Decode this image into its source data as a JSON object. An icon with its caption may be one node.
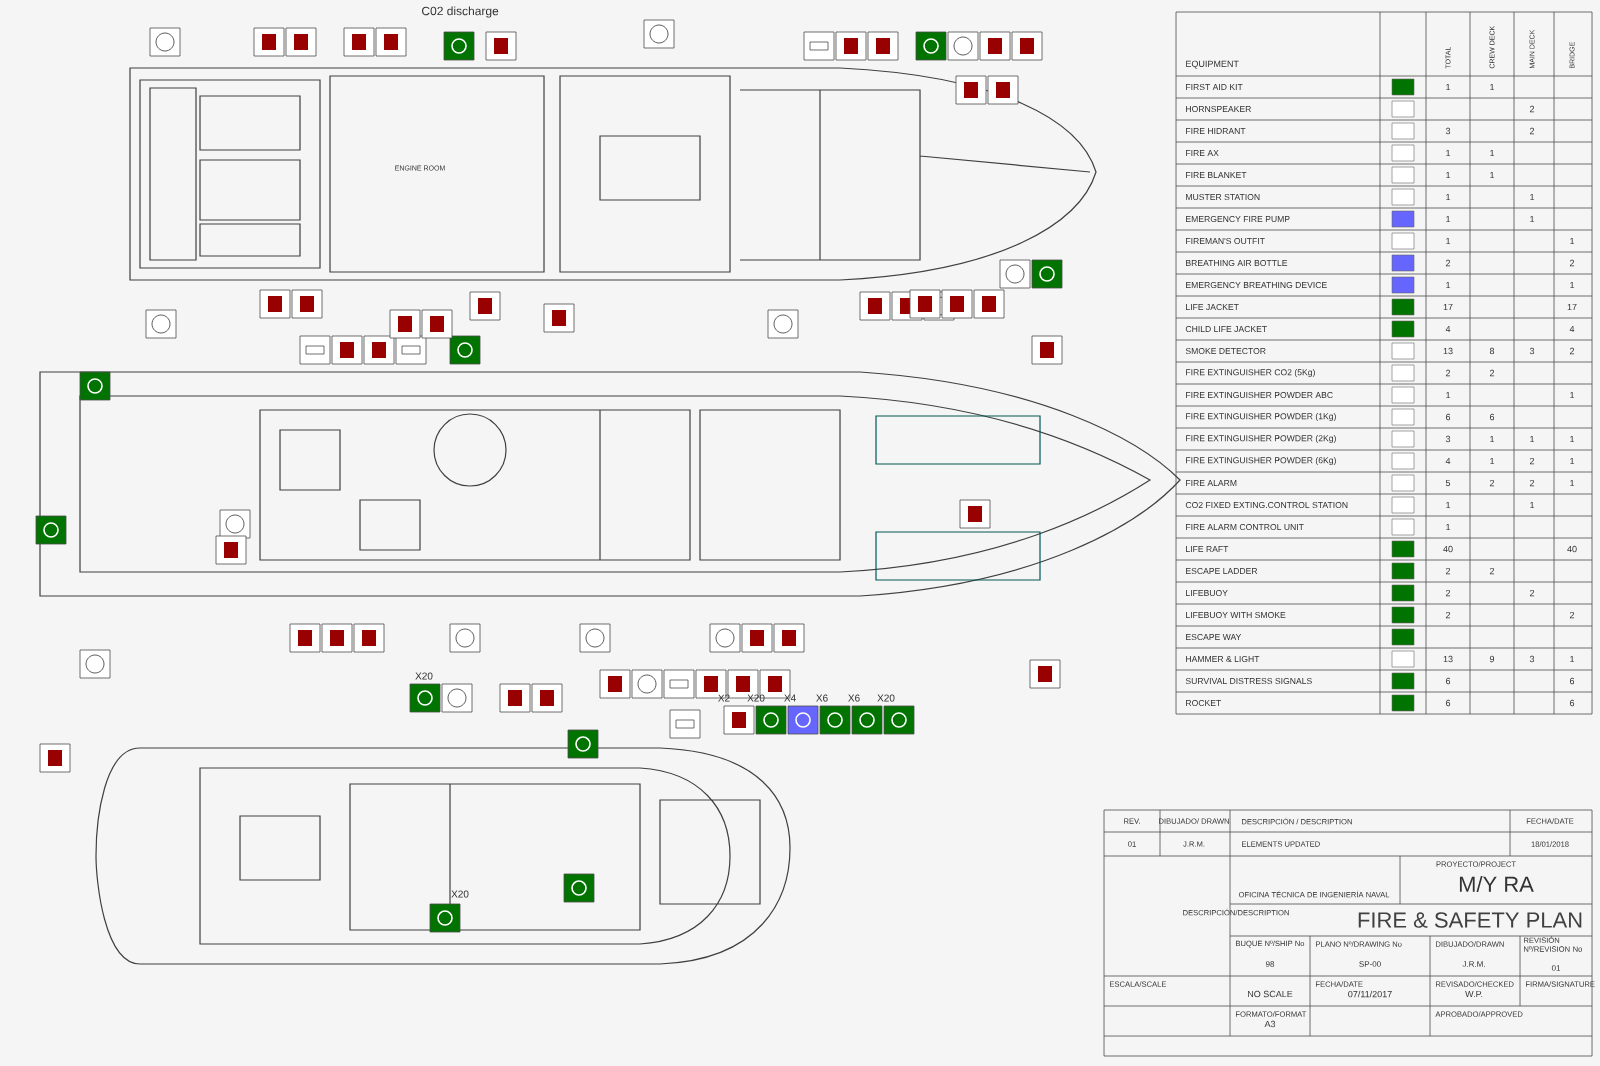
{
  "diagram": {
    "title": "FIRE & SAFETY PLAN",
    "labels": [
      "C02 discharge",
      "ENGINE ROOM",
      "EQUIPMENT",
      "TOTAL",
      "CREW DECK",
      "MAIN DECK",
      "BRIDGE",
      "FIRST AID KIT",
      "1",
      "1",
      "HORNSPEAKER",
      "2",
      "FIRE HIDRANT",
      "3",
      "2",
      "FIRE AX",
      "1",
      "1",
      "FIRE BLANKET",
      "1",
      "1",
      "MUSTER STATION",
      "1",
      "1",
      "EMERGENCY FIRE PUMP",
      "1",
      "1",
      "FIREMAN'S OUTFIT",
      "1",
      "1",
      "BREATHING AIR BOTTLE",
      "2",
      "2",
      "EMERGENCY BREATHING DEVICE",
      "1",
      "1",
      "LIFE JACKET",
      "17",
      "17",
      "CHILD LIFE JACKET",
      "4",
      "4",
      "SMOKE DETECTOR",
      "13",
      "8",
      "3",
      "2",
      "FIRE EXTINGUISHER CO2 (5Kg)",
      "2",
      "2",
      "FIRE EXTINGUISHER POWDER ABC",
      "1",
      "1",
      "FIRE EXTINGUISHER POWDER (1Kg)",
      "6",
      "6",
      "FIRE EXTINGUISHER POWDER (2Kg)",
      "3",
      "1",
      "1",
      "1",
      "FIRE EXTINGUISHER POWDER (6Kg)",
      "4",
      "1",
      "2",
      "1",
      "FIRE ALARM",
      "5",
      "2",
      "2",
      "1",
      "CO2 FIXED EXTING.CONTROL STATION",
      "1",
      "1",
      "FIRE ALARM CONTROL UNIT",
      "1",
      "LIFE RAFT",
      "40",
      "40",
      "ESCAPE LADDER",
      "2",
      "2",
      "LIFEBUOY",
      "2",
      "2",
      "LIFEBUOY WITH SMOKE",
      "2",
      "2",
      "ESCAPE WAY",
      "HAMMER & LIGHT",
      "13",
      "9",
      "3",
      "1",
      "SURVIVAL DISTRESS SIGNALS",
      "6",
      "6",
      "ROCKET",
      "6",
      "6",
      "X20",
      "X20",
      "X2",
      "X20",
      "X4",
      "X6",
      "X6",
      "X20",
      "REV.",
      "DIBUJADO/ DRAWN",
      "DESCRIPCIÓN / DESCRIPTION",
      "FECHA/DATE",
      "01",
      "J.R.M.",
      "ELEMENTS UPDATED",
      "18/01/2018",
      "OFICINA TÉCNICA DE INGENIERÍA NAVAL",
      "PROYECTO/PROJECT",
      "M/Y RA",
      "DESCRIPCIÓN/DESCRIPTION",
      "BUQUE Nº/SHIP No",
      "98",
      "PLANO Nº/DRAWING No",
      "SP-00",
      "DIBUJADO/DRAWN",
      "J.R.M.",
      "REVISIÓN Nº/REVISION No",
      "01",
      "ESCALA/SCALE",
      "NO SCALE",
      "FECHA/DATE",
      "07/11/2017",
      "REVISADO/CHECKED",
      "W.P.",
      "FIRMA/SIGNATURE",
      "FORMATO/FORMAT",
      "A3",
      "APROBADO/APPROVED"
    ]
  }
}
